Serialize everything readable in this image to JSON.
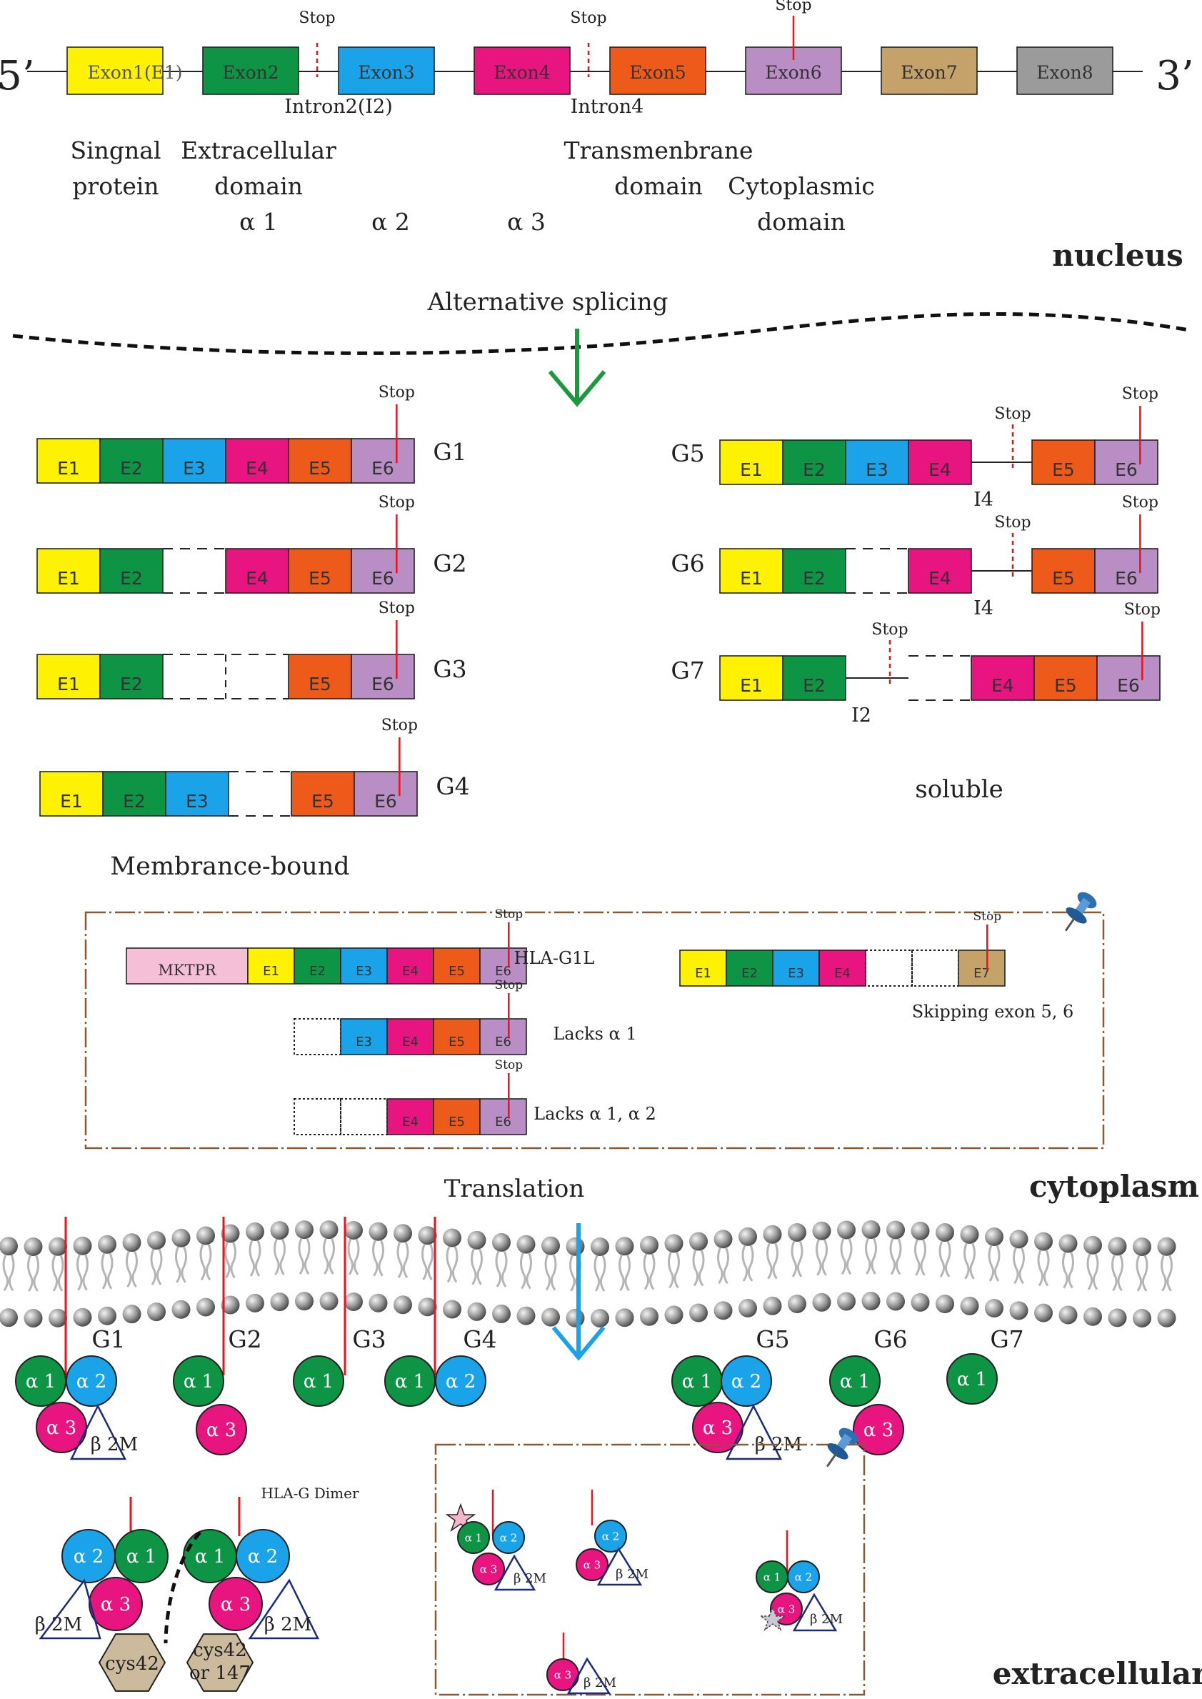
{
  "colors": {
    "E1": "#fff200",
    "E2": "#0e9445",
    "E3": "#1aa3e8",
    "E4": "#e8147f",
    "E5": "#ee5a19",
    "E6": "#b88ec4",
    "E7": "#c6a26b",
    "E8": "#9b9b9b",
    "MKTPR": "#f6bfd8",
    "stop": "#e8141e",
    "arrow_green": "#1a9a3c",
    "arrow_blue": "#1aa3e8",
    "b2m": "#1b2a80",
    "cys": "#cbbb9c",
    "frame": "#8a5a34"
  },
  "gene": {
    "five_prime": "5’",
    "three_prime": "3’",
    "exons": [
      "Exon1(E1)",
      "Exon2",
      "Exon3",
      "Exon4",
      "Exon5",
      "Exon6",
      "Exon7",
      "Exon8"
    ],
    "stop": "Stop",
    "intron2": "Intron2(I2)",
    "intron4": "Intron4",
    "domains": {
      "signal_1": "Singnal",
      "signal_2": "protein",
      "extracellular_1": "Extracellular",
      "extracellular_2": "domain",
      "alpha1": "α 1",
      "alpha2": "α 2",
      "alpha3": "α 3",
      "transmembrane_1": "Transmenbrane",
      "transmembrane_2": "domain",
      "cytoplasmic_1": "Cytoplasmic",
      "cytoplasmic_2": "domain"
    }
  },
  "compartments": {
    "nucleus": "nucleus",
    "cytoplasm": "cytoplasm",
    "extracellular": "extracellular"
  },
  "steps": {
    "splicing": "Alternative splicing",
    "translation": "Translation"
  },
  "isoforms": {
    "G1": "G1",
    "G2": "G2",
    "G3": "G3",
    "G4": "G4",
    "G5": "G5",
    "G6": "G6",
    "G7": "G7",
    "I4": "I4",
    "I2": "I2",
    "E1": "E1",
    "E2": "E2",
    "E3": "E3",
    "E4": "E4",
    "E5": "E5",
    "E6": "E6",
    "E7": "E7",
    "membrane_bound": "Membrance-bound",
    "soluble": "soluble"
  },
  "variants": {
    "mktpr": "MKTPR",
    "hla_g1l": "HLA-G1L",
    "lacks_a1": "Lacks α 1",
    "lacks_a1_a2": "Lacks α 1, α 2",
    "skipping": "Skipping exon 5, 6"
  },
  "proteins": {
    "a1": "α 1",
    "a2": "α 2",
    "a3": "α 3",
    "b2m": "β 2M",
    "dimer": "HLA-G Dimer",
    "cys42": "cys42",
    "cys42b_1": "cys42",
    "cys42b_2": "or 147"
  }
}
